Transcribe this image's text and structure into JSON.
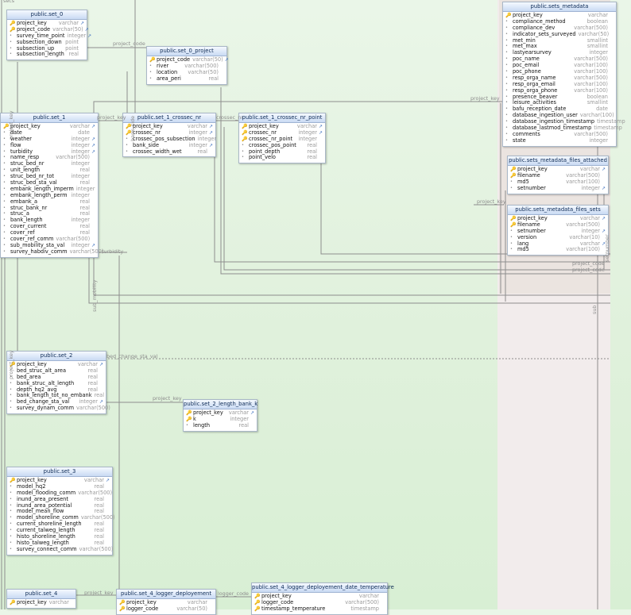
{
  "tables": [
    {
      "id": "set_0",
      "title": "public.set_0",
      "rows": [
        {
          "key": true,
          "name": "project_key",
          "type": "varchar",
          "link": true
        },
        {
          "key": true,
          "name": "project_code",
          "type": "varchar(50)",
          "link": true
        },
        {
          "key": false,
          "name": "survey_time_point",
          "type": "integer",
          "link": true
        },
        {
          "key": false,
          "name": "subsection_down",
          "type": "point",
          "link": false
        },
        {
          "key": false,
          "name": "subsection_up",
          "type": "point",
          "link": false
        },
        {
          "key": false,
          "name": "subsection_length",
          "type": "real",
          "link": false
        }
      ]
    },
    {
      "id": "set_0_project",
      "title": "public.set_0_project",
      "rows": [
        {
          "key": true,
          "name": "project_code",
          "type": "varchar(50)",
          "link": true
        },
        {
          "key": false,
          "name": "river",
          "type": "varchar(500)",
          "link": false
        },
        {
          "key": false,
          "name": "location",
          "type": "varchar(50)",
          "link": false
        },
        {
          "key": false,
          "name": "area_peri",
          "type": "real",
          "link": false
        }
      ]
    },
    {
      "id": "set_1",
      "title": "public.set_1",
      "rows": [
        {
          "key": true,
          "name": "project_key",
          "type": "varchar",
          "link": true
        },
        {
          "key": false,
          "name": "date",
          "type": "date",
          "link": false
        },
        {
          "key": false,
          "name": "weather",
          "type": "integer",
          "link": true
        },
        {
          "key": false,
          "name": "flow",
          "type": "integer",
          "link": true
        },
        {
          "key": false,
          "name": "turbidity",
          "type": "integer",
          "link": true
        },
        {
          "key": false,
          "name": "name_resp",
          "type": "varchar(500)",
          "link": false
        },
        {
          "key": false,
          "name": "struc_bed_nr",
          "type": "integer",
          "link": false
        },
        {
          "key": false,
          "name": "unit_length",
          "type": "real",
          "link": false
        },
        {
          "key": false,
          "name": "struc_bed_nr_tot",
          "type": "integer",
          "link": false
        },
        {
          "key": false,
          "name": "struc_bed_sta_val",
          "type": "real",
          "link": false
        },
        {
          "key": false,
          "name": "embank_length_imperm",
          "type": "integer",
          "link": false
        },
        {
          "key": false,
          "name": "embank_length_perm",
          "type": "integer",
          "link": false
        },
        {
          "key": false,
          "name": "embank_a",
          "type": "real",
          "link": false
        },
        {
          "key": false,
          "name": "struc_bank_nr",
          "type": "real",
          "link": false
        },
        {
          "key": false,
          "name": "struc_a",
          "type": "real",
          "link": false
        },
        {
          "key": false,
          "name": "bank_length",
          "type": "integer",
          "link": false
        },
        {
          "key": false,
          "name": "cover_current",
          "type": "real",
          "link": false
        },
        {
          "key": false,
          "name": "cover_ref",
          "type": "real",
          "link": false
        },
        {
          "key": false,
          "name": "cover_ref_comm",
          "type": "varchar(500)",
          "link": false
        },
        {
          "key": false,
          "name": "sub_mobility_sta_val",
          "type": "integer",
          "link": true
        },
        {
          "key": false,
          "name": "survey_habdiv_comm",
          "type": "varchar(500)",
          "link": false
        }
      ]
    },
    {
      "id": "set_1_crossec_nr",
      "title": "public.set_1_crossec_nr",
      "rows": [
        {
          "key": true,
          "name": "project_key",
          "type": "varchar",
          "link": true
        },
        {
          "key": true,
          "name": "crossec_nr",
          "type": "integer",
          "link": true
        },
        {
          "key": false,
          "name": "crossec_pos_subsection",
          "type": "integer",
          "link": false
        },
        {
          "key": false,
          "name": "bank_side",
          "type": "integer",
          "link": true
        },
        {
          "key": false,
          "name": "crossec_width_wet",
          "type": "real",
          "link": false
        }
      ]
    },
    {
      "id": "set_1_crossec_nr_point",
      "title": "public.set_1_crossec_nr_point",
      "rows": [
        {
          "key": true,
          "name": "project_key",
          "type": "varchar",
          "link": true
        },
        {
          "key": true,
          "name": "crossec_nr",
          "type": "integer",
          "link": true
        },
        {
          "key": true,
          "name": "crossec_nr_point",
          "type": "integer",
          "link": false
        },
        {
          "key": false,
          "name": "crossec_pos_point",
          "type": "real",
          "link": false
        },
        {
          "key": false,
          "name": "point_depth",
          "type": "real",
          "link": false
        },
        {
          "key": false,
          "name": "point_velo",
          "type": "real",
          "link": false
        }
      ]
    },
    {
      "id": "sets_metadata",
      "title": "public.sets_metadata",
      "rows": [
        {
          "key": true,
          "name": "project_key",
          "type": "varchar",
          "link": false
        },
        {
          "key": false,
          "name": "compliance_method",
          "type": "boolean",
          "link": false
        },
        {
          "key": false,
          "name": "compliance_dev",
          "type": "varchar(500)",
          "link": false
        },
        {
          "key": false,
          "name": "indicator_sets_surveyed",
          "type": "varchar(50)",
          "link": false
        },
        {
          "key": false,
          "name": "met_min",
          "type": "smallint",
          "link": false
        },
        {
          "key": false,
          "name": "met_max",
          "type": "smallint",
          "link": false
        },
        {
          "key": false,
          "name": "lastyearsurvey",
          "type": "integer",
          "link": false
        },
        {
          "key": false,
          "name": "poc_name",
          "type": "varchar(500)",
          "link": false
        },
        {
          "key": false,
          "name": "poc_email",
          "type": "varchar(100)",
          "link": false
        },
        {
          "key": false,
          "name": "poc_phone",
          "type": "varchar(100)",
          "link": false
        },
        {
          "key": false,
          "name": "resp_orga_name",
          "type": "varchar(500)",
          "link": false
        },
        {
          "key": false,
          "name": "resp_orga_email",
          "type": "varchar(100)",
          "link": false
        },
        {
          "key": false,
          "name": "resp_orga_phone",
          "type": "varchar(100)",
          "link": false
        },
        {
          "key": false,
          "name": "presence_beaver",
          "type": "boolean",
          "link": false
        },
        {
          "key": false,
          "name": "leisure_activities",
          "type": "smallint",
          "link": false
        },
        {
          "key": false,
          "name": "bafu_reception_date",
          "type": "date",
          "link": false
        },
        {
          "key": false,
          "name": "database_ingestion_user",
          "type": "varchar(100)",
          "link": false
        },
        {
          "key": false,
          "name": "database_ingestion_timestamp",
          "type": "timestamp",
          "link": false
        },
        {
          "key": false,
          "name": "database_lastmod_timestamp",
          "type": "timestamp",
          "link": false
        },
        {
          "key": false,
          "name": "comments",
          "type": "varchar(500)",
          "link": false
        },
        {
          "key": false,
          "name": "state",
          "type": "integer",
          "link": false
        }
      ]
    },
    {
      "id": "sets_metadata_files_attached",
      "title": "public.sets_metadata_files_attached",
      "rows": [
        {
          "key": true,
          "name": "project_key",
          "type": "varchar",
          "link": true
        },
        {
          "key": true,
          "name": "filename",
          "type": "varchar(500)",
          "link": false
        },
        {
          "key": false,
          "name": "md5",
          "type": "varchar(100)",
          "link": false
        },
        {
          "key": false,
          "name": "setnumber",
          "type": "integer",
          "link": true
        }
      ]
    },
    {
      "id": "sets_metadata_files_sets",
      "title": "public.sets_metadata_files_sets",
      "rows": [
        {
          "key": true,
          "name": "project_key",
          "type": "varchar",
          "link": true
        },
        {
          "key": true,
          "name": "filename",
          "type": "varchar(500)",
          "link": false
        },
        {
          "key": false,
          "name": "setnumber",
          "type": "integer",
          "link": true
        },
        {
          "key": false,
          "name": "version",
          "type": "varchar(10)",
          "link": false
        },
        {
          "key": false,
          "name": "lang",
          "type": "varchar",
          "link": true
        },
        {
          "key": false,
          "name": "md5",
          "type": "varchar(100)",
          "link": false
        }
      ]
    },
    {
      "id": "set_2",
      "title": "public.set_2",
      "rows": [
        {
          "key": true,
          "name": "project_key",
          "type": "varchar",
          "link": true
        },
        {
          "key": false,
          "name": "bed_struc_alt_area",
          "type": "real",
          "link": false
        },
        {
          "key": false,
          "name": "bed_area",
          "type": "real",
          "link": false
        },
        {
          "key": false,
          "name": "bank_struc_alt_length",
          "type": "real",
          "link": false
        },
        {
          "key": false,
          "name": "depth_hq2_avg",
          "type": "real",
          "link": false
        },
        {
          "key": false,
          "name": "bank_length_tot_no_embank",
          "type": "real",
          "link": false
        },
        {
          "key": false,
          "name": "bed_change_sta_val",
          "type": "integer",
          "link": true
        },
        {
          "key": false,
          "name": "survey_dynam_comm",
          "type": "varchar(500)",
          "link": false
        }
      ]
    },
    {
      "id": "set_2_length_bank_k",
      "title": "public.set_2_length_bank_k",
      "rows": [
        {
          "key": true,
          "name": "project_key",
          "type": "varchar",
          "link": true
        },
        {
          "key": true,
          "name": "k",
          "type": "integer",
          "link": false
        },
        {
          "key": false,
          "name": "length",
          "type": "real",
          "link": false
        }
      ]
    },
    {
      "id": "set_3",
      "title": "public.set_3",
      "rows": [
        {
          "key": true,
          "name": "project_key",
          "type": "varchar",
          "link": true
        },
        {
          "key": false,
          "name": "model_hq2",
          "type": "real",
          "link": false
        },
        {
          "key": false,
          "name": "model_flooding_comm",
          "type": "varchar(500)",
          "link": false
        },
        {
          "key": false,
          "name": "inund_area_present",
          "type": "real",
          "link": false
        },
        {
          "key": false,
          "name": "inund_area_potential",
          "type": "real",
          "link": false
        },
        {
          "key": false,
          "name": "model_mean_flow",
          "type": "real",
          "link": false
        },
        {
          "key": false,
          "name": "model_shoreline_comm",
          "type": "varchar(500)",
          "link": false
        },
        {
          "key": false,
          "name": "current_shoreline_length",
          "type": "real",
          "link": false
        },
        {
          "key": false,
          "name": "current_talweg_length",
          "type": "real",
          "link": false
        },
        {
          "key": false,
          "name": "histo_shoreline_length",
          "type": "real",
          "link": false
        },
        {
          "key": false,
          "name": "histo_talweg_length",
          "type": "real",
          "link": false
        },
        {
          "key": false,
          "name": "survey_connect_comm",
          "type": "varchar(500)",
          "link": false
        }
      ]
    },
    {
      "id": "set_4",
      "title": "public.set_4",
      "rows": [
        {
          "key": true,
          "name": "project_key",
          "type": "varchar",
          "link": false
        }
      ]
    },
    {
      "id": "set_4_logger_deployement",
      "title": "public.set_4_logger_deployement",
      "rows": [
        {
          "key": true,
          "name": "project_key",
          "type": "varchar",
          "link": false
        },
        {
          "key": true,
          "name": "logger_code",
          "type": "varchar(50)",
          "link": false
        }
      ]
    },
    {
      "id": "set_4_logger_deployement_date_temperature",
      "title": "public.set_4_logger_deployement_date_temperature",
      "rows": [
        {
          "key": true,
          "name": "project_key",
          "type": "varchar",
          "link": false
        },
        {
          "key": true,
          "name": "logger_code",
          "type": "varchar(500)",
          "link": false
        },
        {
          "key": true,
          "name": "timestamp_temperature",
          "type": "timestamp",
          "link": false
        }
      ]
    }
  ],
  "edge_labels": [
    {
      "id": "secs",
      "text": "secs"
    },
    {
      "id": "pc1",
      "text": "project_code"
    },
    {
      "id": "pk_v1",
      "text": "project_key"
    },
    {
      "id": "bank_side",
      "text": "bank_side"
    },
    {
      "id": "pk_set1",
      "text": "project_key"
    },
    {
      "id": "crossec_nr",
      "text": "crossec_nr"
    },
    {
      "id": "pk_meta",
      "text": "project_key"
    },
    {
      "id": "pk_meta2",
      "text": "project_key"
    },
    {
      "id": "turbidity",
      "text": "turbidity"
    },
    {
      "id": "unitsub",
      "text": "sub_mobility"
    },
    {
      "id": "pk_v2",
      "text": "project_key"
    },
    {
      "id": "bed_change",
      "text": "bed_change_sta_val"
    },
    {
      "id": "pk_set2",
      "text": "project_key"
    },
    {
      "id": "setnumber",
      "text": "setnumber"
    },
    {
      "id": "pc_right1",
      "text": "project_code"
    },
    {
      "id": "pc_right2",
      "text": "project_code"
    },
    {
      "id": "pk_set4",
      "text": "project_key"
    },
    {
      "id": "logger_code",
      "text": "logger_code"
    },
    {
      "id": "sub_right",
      "text": "sub"
    }
  ]
}
